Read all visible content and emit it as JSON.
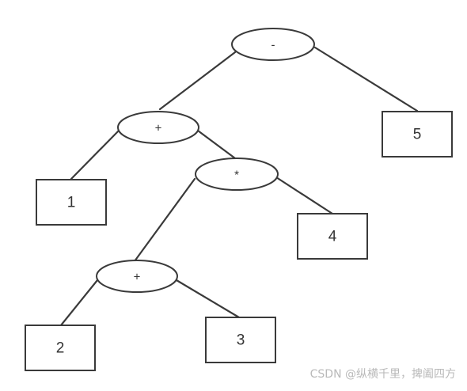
{
  "nodes": {
    "root": {
      "label": "-"
    },
    "plus_top": {
      "label": "+"
    },
    "times": {
      "label": "*"
    },
    "plus_bottom": {
      "label": "+"
    },
    "leaf_1": {
      "label": "1"
    },
    "leaf_2": {
      "label": "2"
    },
    "leaf_3": {
      "label": "3"
    },
    "leaf_4": {
      "label": "4"
    },
    "leaf_5": {
      "label": "5"
    }
  },
  "watermark": {
    "text": "CSDN @纵横千里，捭阖四方"
  }
}
